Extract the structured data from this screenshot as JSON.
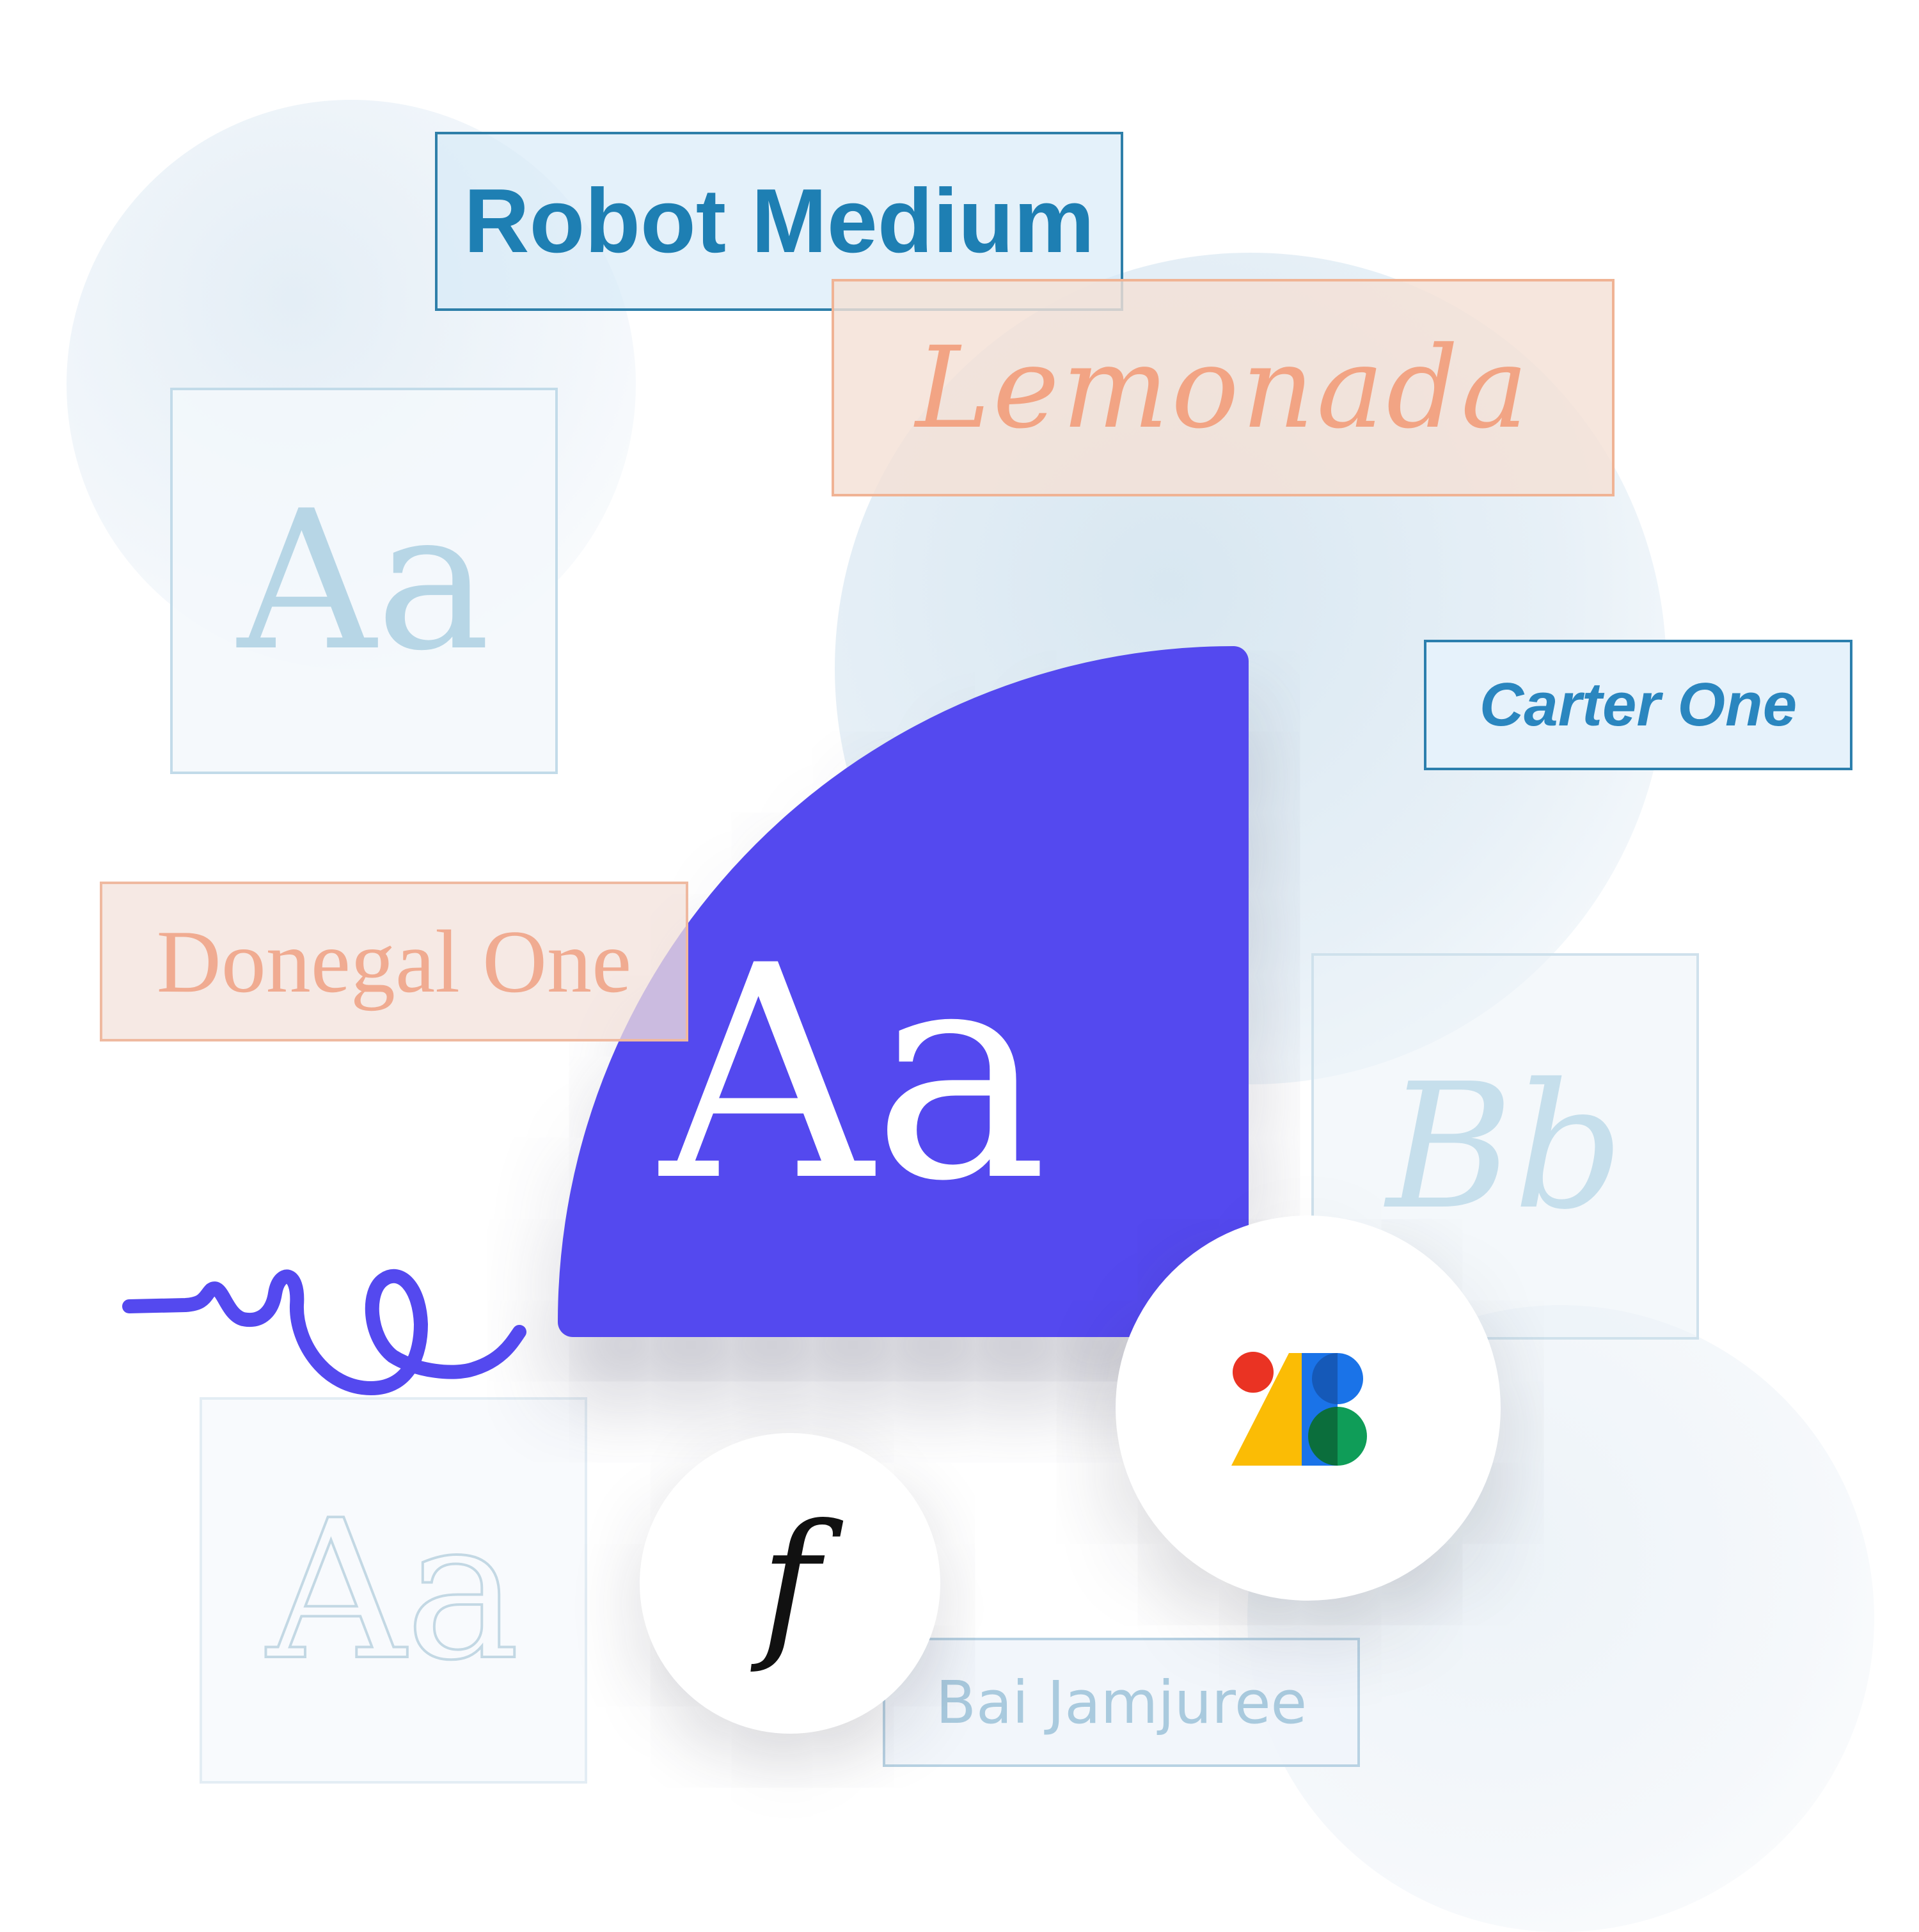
{
  "cards": {
    "robot": "Robot Medium",
    "lemonada": "Lemonada",
    "aa_serif": "Aa",
    "carter": "Carter One",
    "donegal": "Donegal One",
    "bb": "Bb",
    "aa_sketch": "Aa",
    "bai": "Bai Jamjuree"
  },
  "hero": {
    "glyphs": "Aa"
  },
  "f_badge": {
    "glyph": "f"
  },
  "icons": {
    "logo": "google-fonts-logo-icon",
    "squiggle": "squiggle-line-icon"
  },
  "colors": {
    "accent": "#5449ef",
    "blue": "#1e7fb3",
    "peach": "#f2a484",
    "logo_red": "#ea3323",
    "logo_yellow": "#fbbc05",
    "logo_blue": "#1a73e8",
    "logo_green": "#0f9d58"
  }
}
